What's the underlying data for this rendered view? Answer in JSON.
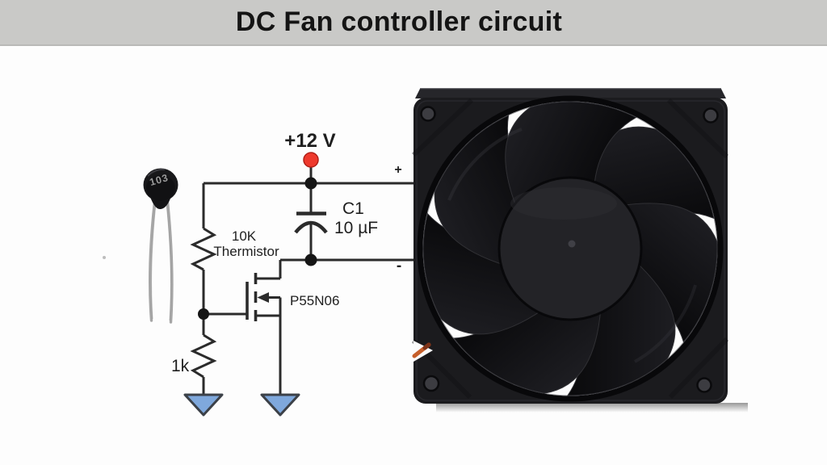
{
  "banner": {
    "title": "DC Fan controller circuit"
  },
  "schematic": {
    "supply_label": "+12 V",
    "capacitor_ref": "C1",
    "capacitor_value": "10 µF",
    "thermistor_value": "10K",
    "thermistor_name": "Thermistor",
    "mosfet_part": "P55N06",
    "resistor_value": "1k",
    "terminal_positive": "+",
    "terminal_negative": "-"
  },
  "thermistor_photo": {
    "marking": "103"
  },
  "colors": {
    "banner_bg": "#c9c9c7",
    "banner_text": "#141414",
    "wire": "#2b2b2b",
    "label": "#1f1f1f",
    "node_red": "#ee392c",
    "node_red_rim": "#b02018",
    "ground_fill": "#7fa8dc",
    "ground_stroke": "#3c4148",
    "fan_frame": "#1b1b1e",
    "fan_blade": "#121215",
    "fan_hub": "#232327",
    "lead_gray": "#a6a6a6"
  }
}
